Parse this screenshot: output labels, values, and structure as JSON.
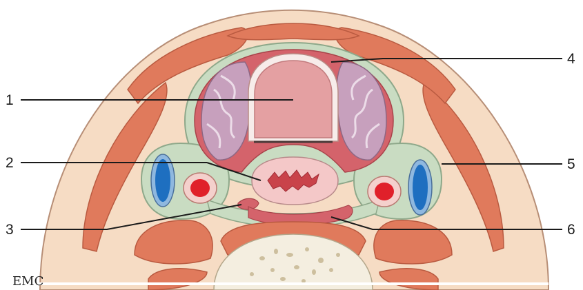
{
  "callouts": [
    {
      "id": "1",
      "label": "1"
    },
    {
      "id": "2",
      "label": "2"
    },
    {
      "id": "3",
      "label": "3"
    },
    {
      "id": "4",
      "label": "4"
    },
    {
      "id": "5",
      "label": "5"
    },
    {
      "id": "6",
      "label": "6"
    }
  ],
  "logo": {
    "text": "EMC"
  },
  "colors": {
    "skin": "#f6dcc4",
    "muscle": "#e07a5c",
    "fascia": "#c9dcc2",
    "visceral_space": "#d4636b",
    "larynx": "#e4a0a2",
    "cartilage": "#f7ecea",
    "thyroid": "#c7a0bd",
    "pharynx": "#f4c8c8",
    "jugular_vein": "#1e6fc0",
    "carotid_artery": "#e0202a",
    "vertebra": "#f4eee0"
  }
}
